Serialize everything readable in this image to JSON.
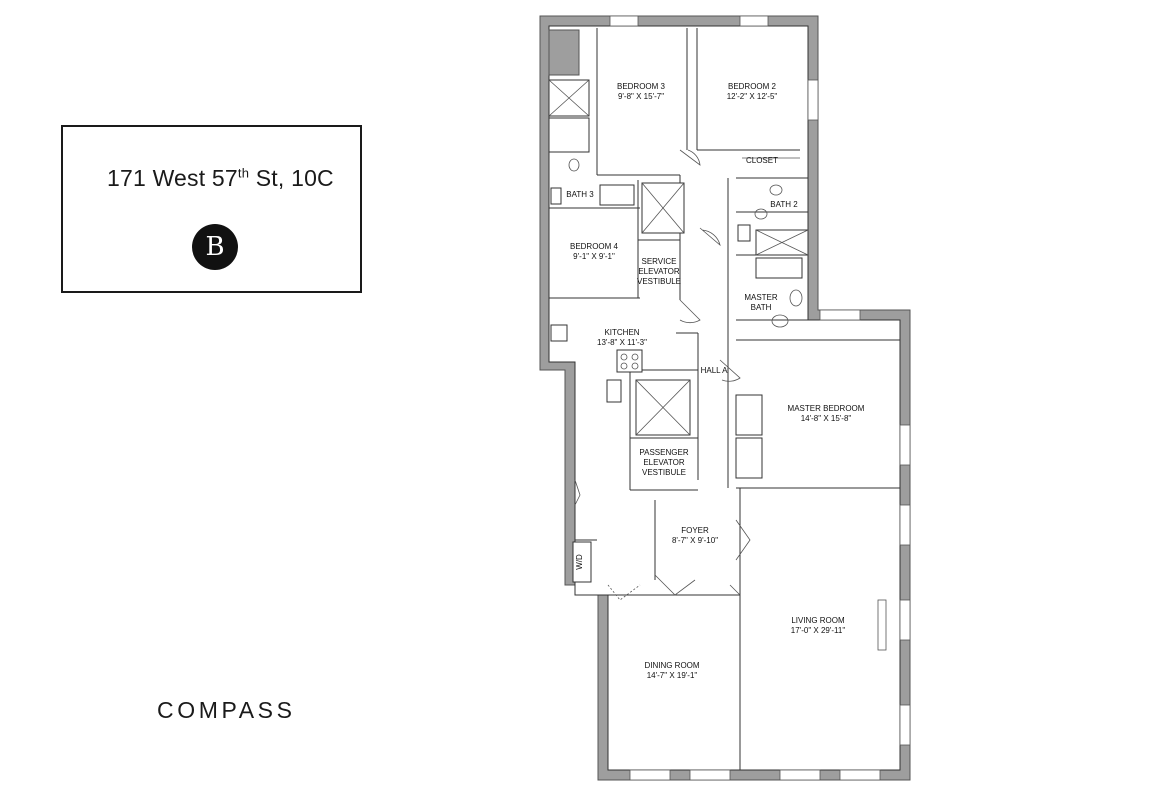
{
  "listing": {
    "address_prefix": "171 West 57",
    "address_superscript": "th",
    "address_suffix": " St, 10C",
    "logo_letter": "B",
    "brand": "COMPASS"
  },
  "rooms": [
    {
      "name": "BEDROOM 3",
      "dims": "9'-8\" X 15'-7\""
    },
    {
      "name": "BEDROOM 2",
      "dims": "12'-2\" X 12'-5\""
    },
    {
      "name": "CLOSET",
      "dims": ""
    },
    {
      "name": "BATH 3",
      "dims": ""
    },
    {
      "name": "BATH 2",
      "dims": ""
    },
    {
      "name": "BEDROOM 4",
      "dims": "9'-1\" X 9'-1\""
    },
    {
      "name": "SERVICE",
      "dims": "ELEVATOR",
      "extra": "VESTIBULE"
    },
    {
      "name": "MASTER",
      "dims": "BATH"
    },
    {
      "name": "KITCHEN",
      "dims": "13'-8\" X 11'-3\""
    },
    {
      "name": "HALL A",
      "dims": ""
    },
    {
      "name": "MASTER BEDROOM",
      "dims": "14'-8\" X 15'-8\""
    },
    {
      "name": "PASSENGER",
      "dims": "ELEVATOR",
      "extra": "VESTIBULE"
    },
    {
      "name": "FOYER",
      "dims": "8'-7\" X 9'-10\""
    },
    {
      "name": "W/D",
      "dims": ""
    },
    {
      "name": "LIVING ROOM",
      "dims": "17'-0\" X 29'-11\""
    },
    {
      "name": "DINING ROOM",
      "dims": "14'-7\" X 19'-1\""
    }
  ],
  "colors": {
    "wall": "#9e9e9e",
    "ink": "#1a1a1a"
  }
}
